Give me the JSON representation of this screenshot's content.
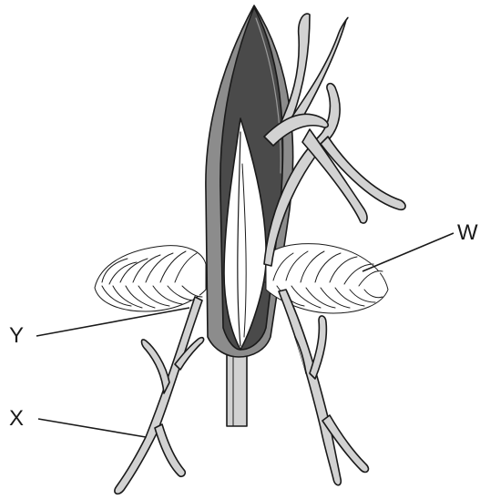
{
  "labels": {
    "w": "W",
    "x": "X",
    "y": "Y"
  },
  "colors": {
    "outline": "#1a1a1a",
    "outer_bract": "#8c8c8c",
    "inner_bract": "#4a4a4a",
    "filament": "#d2d2d2",
    "ovary": "#ffffff"
  }
}
